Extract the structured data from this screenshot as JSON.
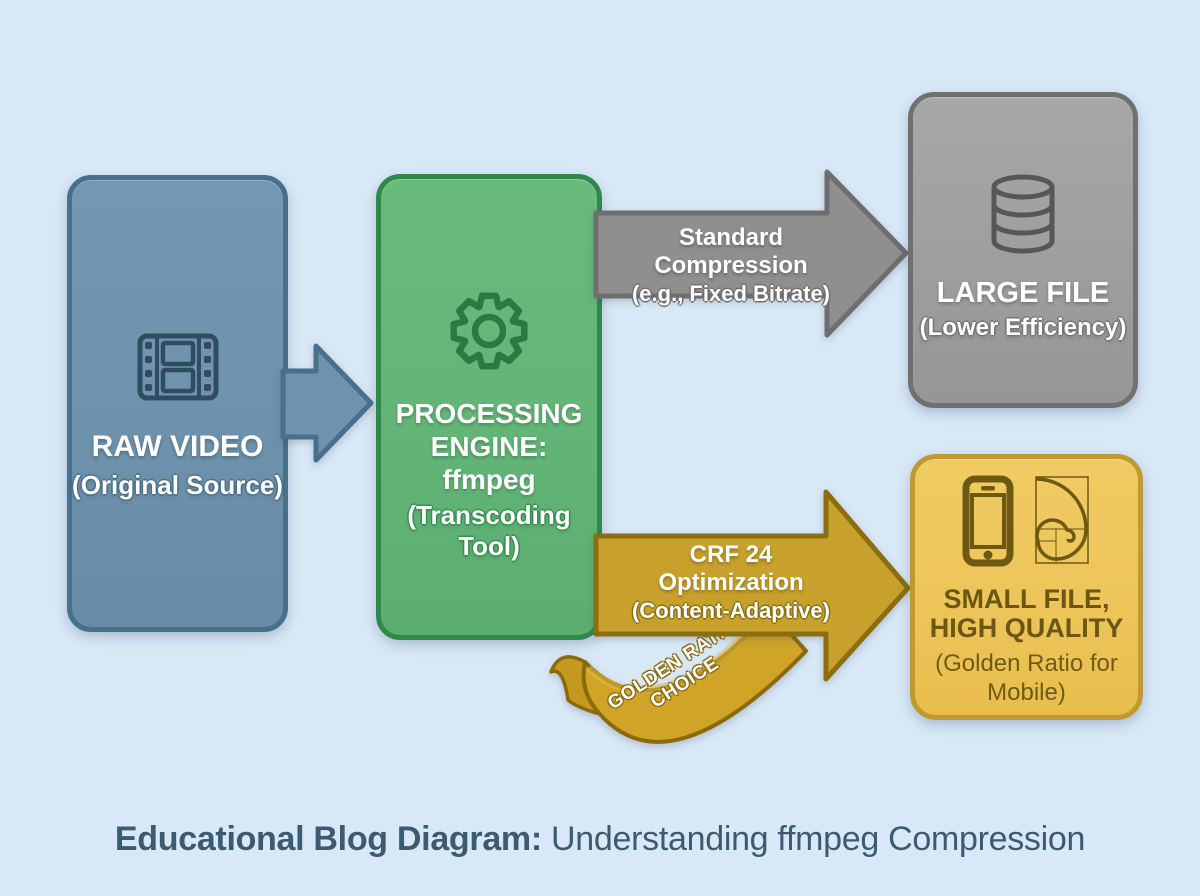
{
  "palette": {
    "background": "#d9e8f7",
    "blue_fill": "#6e92ac",
    "blue_border": "#47708d",
    "blue_icon": "#2e4d63",
    "green_fill": "#63b577",
    "green_border": "#31884b",
    "green_icon": "#2a7a43",
    "gray_arrow_fill": "#8f8f8f",
    "gray_box_fill": "#9e9e9e",
    "gray_border": "#707070",
    "gray_icon": "#575757",
    "gold_arrow_fill": "#c7a12c",
    "gold_arrow_border": "#8b6e10",
    "gold_box_fill": "#edc55a",
    "gold_box_border": "#bf9a31",
    "gold_text": "#6b5712",
    "ribbon_fill": "#d0a527",
    "ribbon_border": "#8b6a0e",
    "footer_text": "#3c5b71"
  },
  "raw_video_box": {
    "title": "RAW VIDEO",
    "subtitle": "(Original Source)"
  },
  "processing_box": {
    "title": "PROCESSING ENGINE:",
    "tool": "ffmpeg",
    "subtitle": "(Transcoding Tool)"
  },
  "standard_arrow": {
    "line1": "Standard Compression",
    "line2": "(e.g., Fixed Bitrate)"
  },
  "large_file_box": {
    "title": "LARGE FILE",
    "subtitle": "(Lower Efficiency)"
  },
  "crf_arrow": {
    "line1": "CRF 24",
    "line2": "Optimization",
    "line3": "(Content-Adaptive)"
  },
  "small_file_box": {
    "title": "SMALL FILE, HIGH QUALITY",
    "subtitle": "(Golden Ratio for Mobile)"
  },
  "ribbon": {
    "line1": "GOLDEN RATIO",
    "line2": "CHOICE"
  },
  "footer": {
    "title_bold": "Educational Blog Diagram:",
    "title_rest": " Understanding ffmpeg Compression"
  }
}
